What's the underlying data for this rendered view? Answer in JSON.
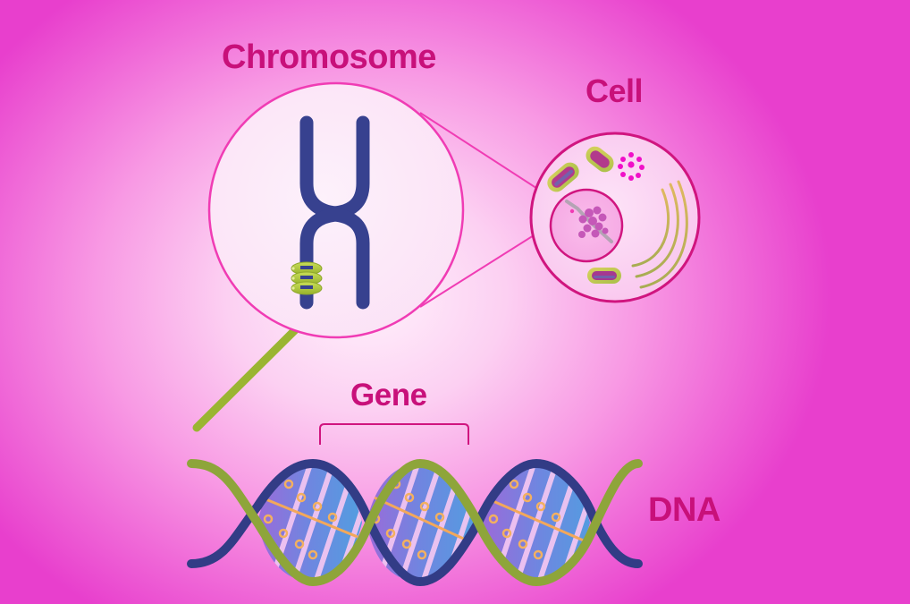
{
  "diagram": {
    "type": "biology-hierarchy",
    "labels": {
      "chromosome": "Chromosome",
      "cell": "Cell",
      "gene": "Gene",
      "dna": "DNA"
    },
    "hierarchy": [
      "Cell",
      "Chromosome",
      "DNA",
      "Gene"
    ],
    "relationships": [
      {
        "from": "Cell",
        "to": "Chromosome",
        "kind": "zoom-callout from nucleus"
      },
      {
        "from": "Chromosome",
        "to": "DNA",
        "kind": "coiled strand unwinds to double helix"
      },
      {
        "from": "DNA",
        "to": "Gene",
        "kind": "bracket marks gene segment"
      }
    ],
    "colors": {
      "label_text": "#c8107a",
      "background_edge": "#e83fcd",
      "background_center": "#fff2fc",
      "callout_line": "#f03cb4",
      "chromosome_body": "#37418f",
      "coil_green": "#a8c23a",
      "dna_strand_navy": "#323c86",
      "dna_strand_green": "#8ea53a",
      "base_pair_blue": "#5f8fdf",
      "base_pair_violet": "#9b64d8",
      "base_marker_orange": "#f3a85a",
      "cell_membrane": "#d0157f",
      "nucleolus": "#c558b8",
      "ribosome_dots": "#f010c8",
      "er_gold": "#b9ad5a"
    }
  }
}
